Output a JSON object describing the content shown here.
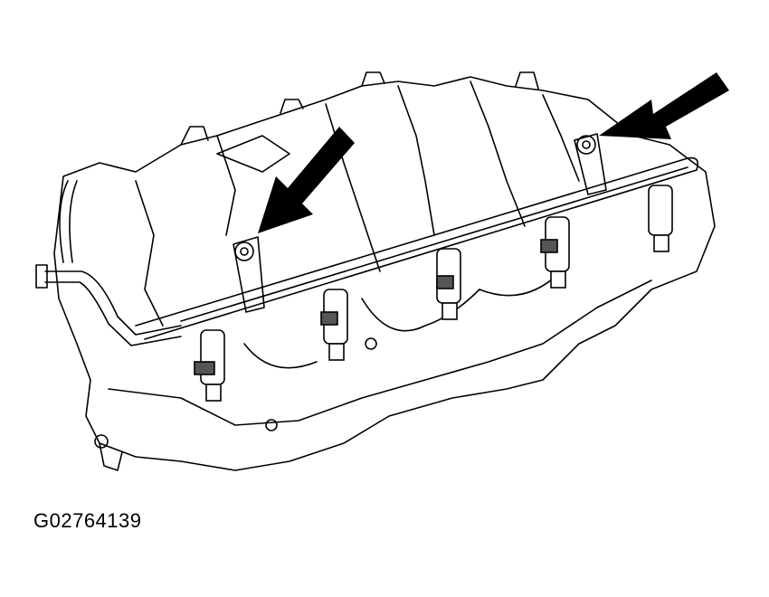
{
  "figure": {
    "id_label": "G02764139",
    "line_color": "#000000",
    "background": "#ffffff",
    "callouts": [
      {
        "name": "fuel-rail-bolt-left",
        "icon": "arrow-icon"
      },
      {
        "name": "fuel-rail-bolt-right",
        "icon": "arrow-icon"
      }
    ],
    "injector_count": 5
  }
}
